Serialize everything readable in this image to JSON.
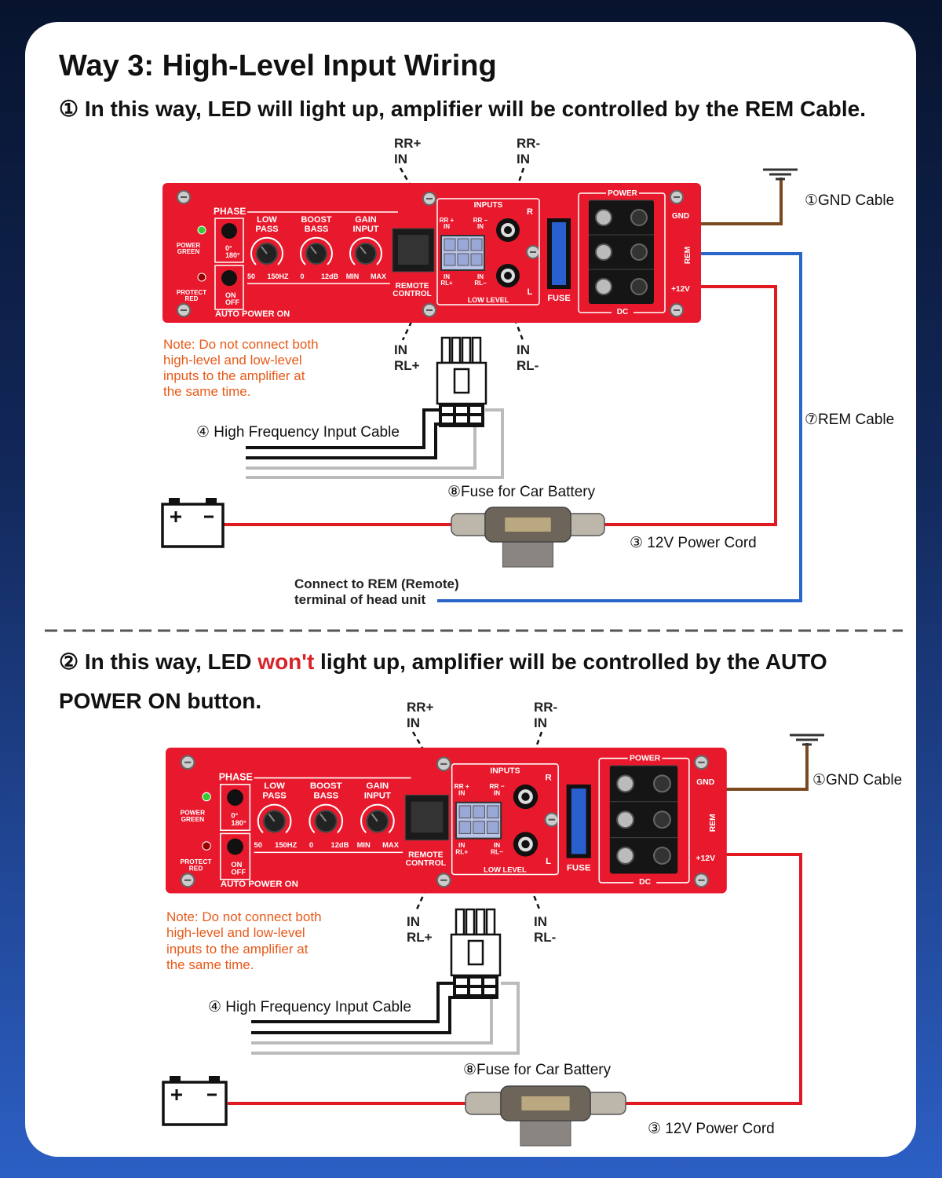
{
  "title": "Way 3: High-Level Input Wiring",
  "section1": {
    "heading": "① In this way, LED will light up, amplifier will be controlled by the REM Cable.",
    "rr_plus": [
      "RR+",
      "IN"
    ],
    "rr_minus": [
      "RR-",
      "IN"
    ],
    "rl_plus": [
      "IN",
      "RL+"
    ],
    "rl_minus": [
      "IN",
      "RL-"
    ],
    "note": [
      "Note: Do not connect both",
      "high-level and low-level",
      "inputs to the amplifier at",
      "the same time."
    ],
    "hf_cable": "④ High Frequency Input Cable",
    "fuse_label": "⑧Fuse for Car Battery",
    "power_cord": "③ 12V Power Cord",
    "gnd_cable": "①GND Cable",
    "rem_cable": "⑦REM Cable",
    "rem_connect": [
      "Connect to REM (Remote)",
      "terminal of head unit"
    ]
  },
  "section2": {
    "heading_pre": "② In this way, LED ",
    "heading_em": "won't",
    "heading_post": " light up, amplifier will be controlled by the AUTO",
    "heading_line2": "POWER ON button.",
    "rr_plus": [
      "RR+",
      "IN"
    ],
    "rr_minus": [
      "RR-",
      "IN"
    ],
    "rl_plus": [
      "IN",
      "RL+"
    ],
    "rl_minus": [
      "IN",
      "RL-"
    ],
    "note": [
      "Note: Do not connect both",
      "high-level and low-level",
      "inputs to the amplifier at",
      "the same time."
    ],
    "hf_cable": "④ High Frequency Input Cable",
    "fuse_label": "⑧Fuse for Car Battery",
    "power_cord": "③ 12V Power Cord",
    "gnd_cable": "①GND Cable"
  },
  "amp": {
    "phase": "PHASE",
    "power_led": [
      "POWER",
      "GREEN"
    ],
    "protect_led": [
      "PROTECT",
      "RED"
    ],
    "phase_opts": [
      "0°",
      "180°"
    ],
    "auto_opts": [
      "ON",
      "OFF"
    ],
    "auto_power_on": "AUTO POWER ON",
    "low_pass": [
      "LOW",
      "PASS"
    ],
    "boost_bass": [
      "BOOST",
      "BASS"
    ],
    "gain_input": [
      "GAIN",
      "INPUT"
    ],
    "scale": [
      "50",
      "150HZ",
      "0",
      "12dB",
      "MIN",
      "MAX"
    ],
    "remote_control": [
      "REMOTE",
      "CONTROL"
    ],
    "inputs": "INPUTS",
    "r": "R",
    "l": "L",
    "low_level": "LOW LEVEL",
    "rr_plus_in": [
      "RR +",
      "IN"
    ],
    "rr_minus_in": [
      "RR −",
      "IN"
    ],
    "in_rl_plus": [
      "IN",
      "RL+"
    ],
    "in_rl_minus": [
      "IN",
      "RL−"
    ],
    "fuse": "FUSE",
    "power": "POWER",
    "dc": "DC",
    "gnd": "GND",
    "rem": "REM",
    "v12": "+12V"
  },
  "colors": {
    "panel": "#e8192c",
    "gnd_wire": "#7a4a1e",
    "rem_wire": "#2a66c8",
    "power_wire": "#e01a22",
    "note": "#e85a1a",
    "emphasis": "#d8232a"
  }
}
